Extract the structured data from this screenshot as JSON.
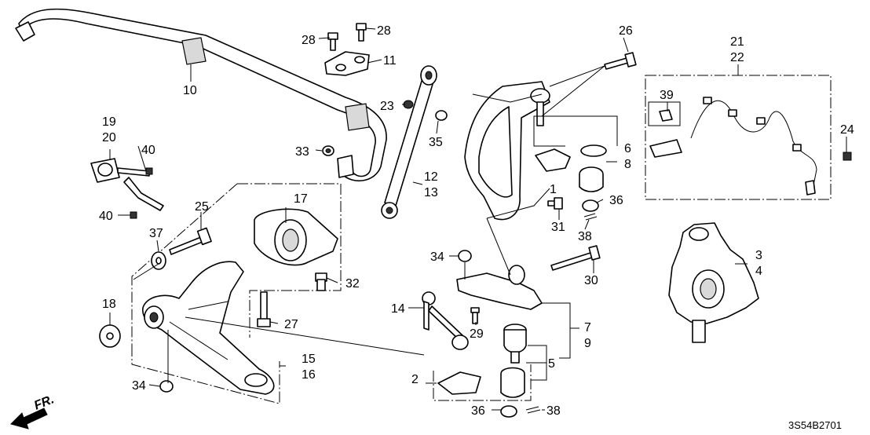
{
  "diagram_code": "3S54B2701",
  "direction_label": "FR.",
  "callouts": {
    "c1": "1",
    "c2": "2",
    "c3": "3",
    "c4": "4",
    "c5": "5",
    "c6": "6",
    "c7": "7",
    "c8": "8",
    "c9": "9",
    "c10": "10",
    "c11": "11",
    "c12": "12",
    "c13": "13",
    "c14": "14",
    "c15": "15",
    "c16": "16",
    "c17": "17",
    "c18": "18",
    "c19": "19",
    "c20": "20",
    "c21": "21",
    "c22": "22",
    "c23": "23",
    "c24": "24",
    "c25": "25",
    "c26": "26",
    "c27": "27",
    "c28a": "28",
    "c28b": "28",
    "c29": "29",
    "c30": "30",
    "c31": "31",
    "c32": "32",
    "c33": "33",
    "c34a": "34",
    "c34b": "34",
    "c35": "35",
    "c36a": "36",
    "c36b": "36",
    "c37": "37",
    "c38a": "38",
    "c38b": "38",
    "c39": "39",
    "c40a": "40",
    "c40b": "40"
  }
}
